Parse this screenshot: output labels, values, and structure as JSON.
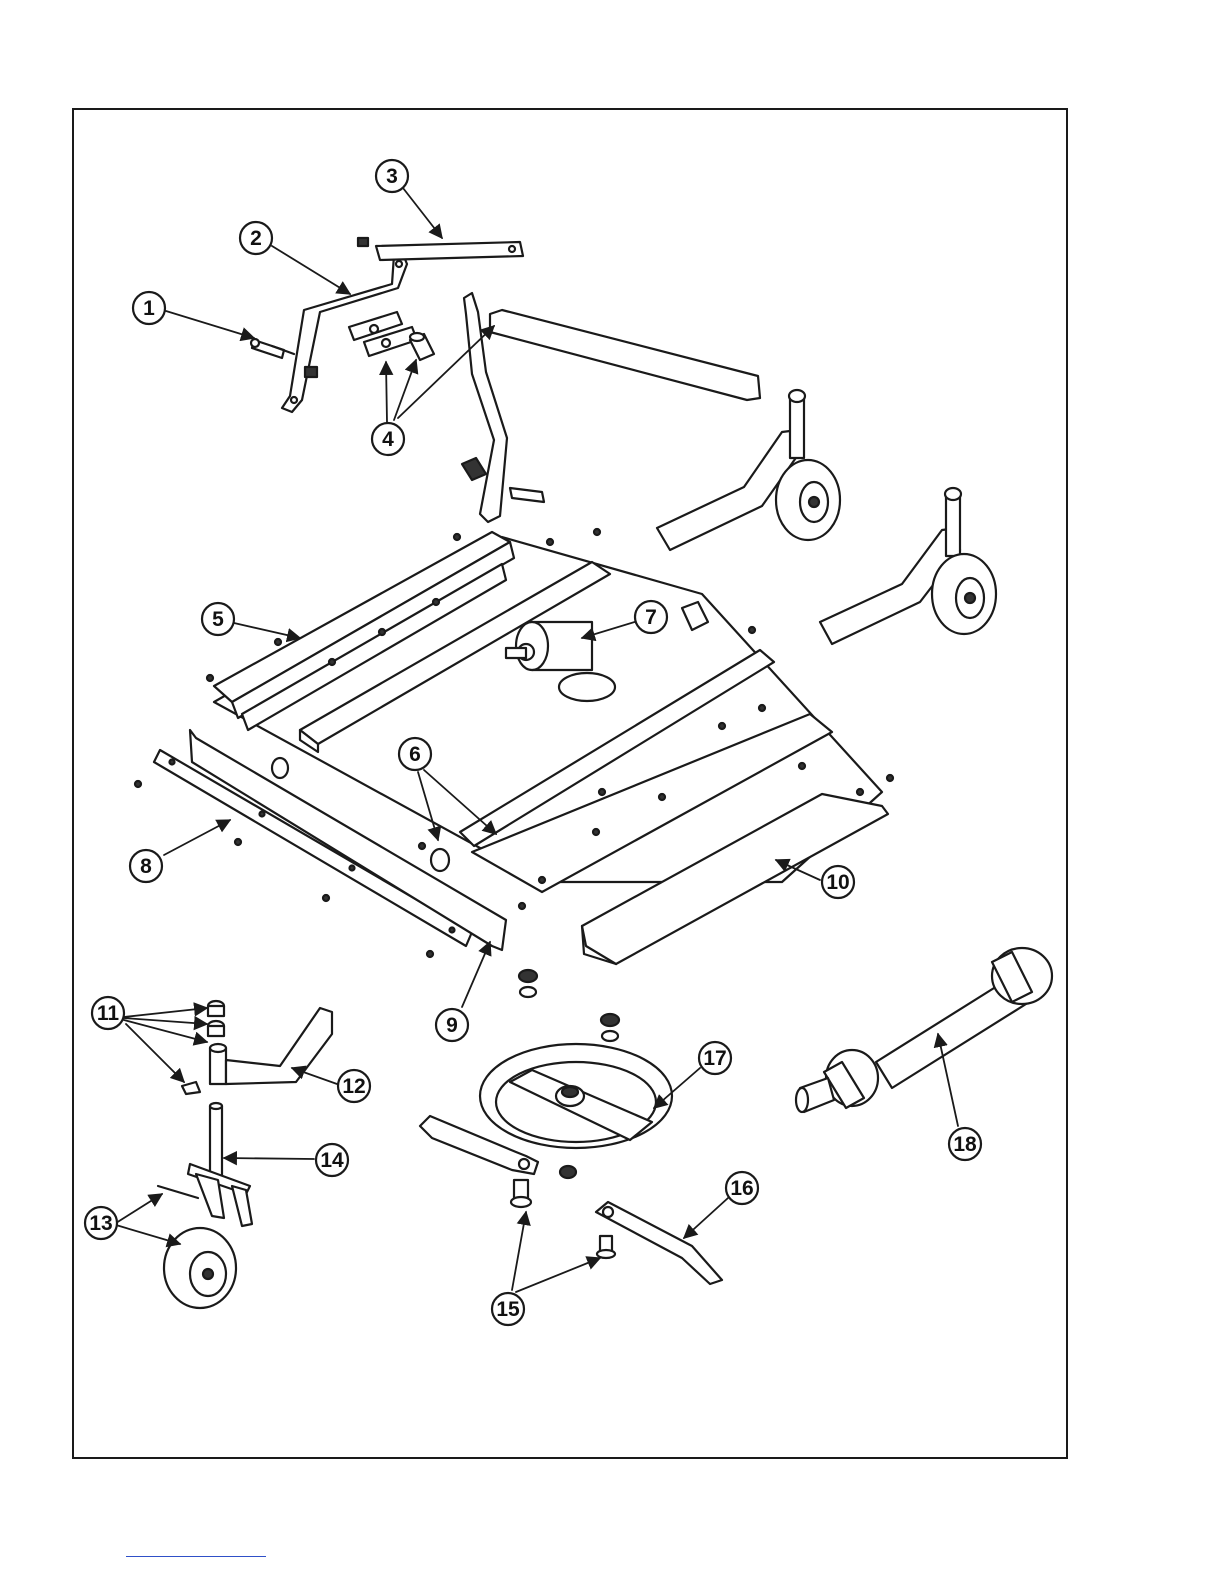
{
  "figure": {
    "callouts": [
      {
        "label": "1",
        "part": "pin"
      },
      {
        "label": "2",
        "part": "a-frame-bracket"
      },
      {
        "label": "3",
        "part": "brace-strap"
      },
      {
        "label": "4",
        "part": "hitch-plates-and-bushing"
      },
      {
        "label": "5",
        "part": "rear-frame-rails"
      },
      {
        "label": "6",
        "part": "spacer-bushing"
      },
      {
        "label": "7",
        "part": "gearbox"
      },
      {
        "label": "8",
        "part": "side-skid-strip"
      },
      {
        "label": "9",
        "part": "side-skid"
      },
      {
        "label": "10",
        "part": "deflector-skid"
      },
      {
        "label": "11",
        "part": "caster-spacers"
      },
      {
        "label": "12",
        "part": "caster-arm"
      },
      {
        "label": "13",
        "part": "caster-wheel"
      },
      {
        "label": "14",
        "part": "caster-fork"
      },
      {
        "label": "15",
        "part": "blade-bolts"
      },
      {
        "label": "16",
        "part": "blade"
      },
      {
        "label": "17",
        "part": "blade-pan"
      },
      {
        "label": "18",
        "part": "pto-driveline"
      }
    ]
  },
  "colors": {
    "line": "#1a1a1a",
    "fill": "#ffffff",
    "link": "#2f50c8"
  }
}
